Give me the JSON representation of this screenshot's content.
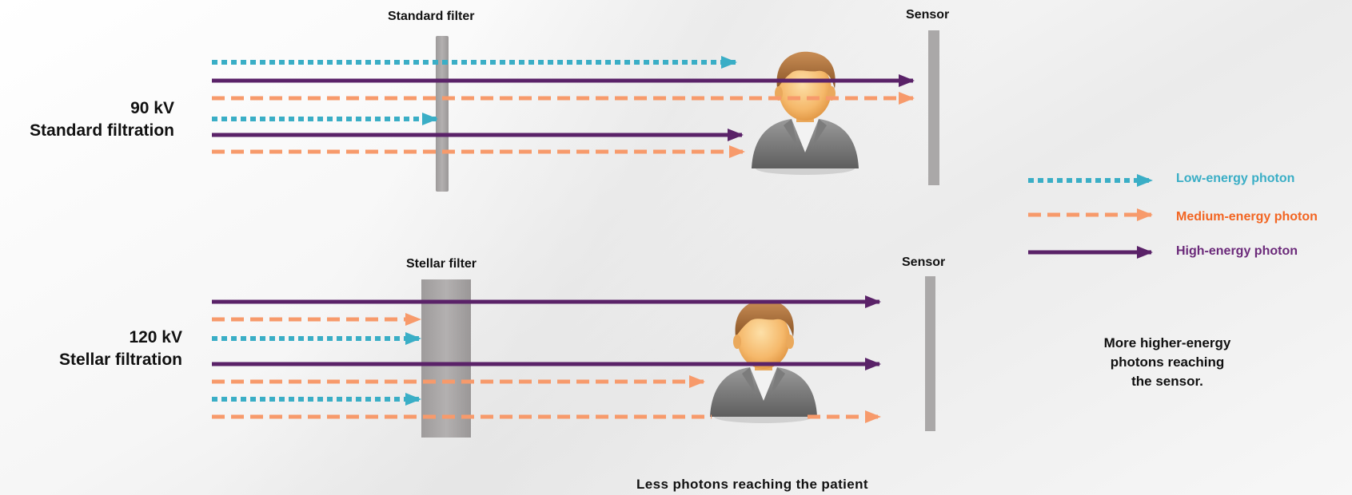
{
  "panel_top": {
    "kv_label": "90 kV",
    "filtration_label": "Standard filtration",
    "filter_label": "Standard filter",
    "sensor_label": "Sensor"
  },
  "panel_bottom": {
    "kv_label": "120 kV",
    "filtration_label": "Stellar filtration",
    "filter_label": "Stellar filter",
    "sensor_label": "Sensor"
  },
  "legend": {
    "low": "Low-energy photon",
    "medium": "Medium-energy photon",
    "high": "High-energy photon"
  },
  "note_lines": [
    "More higher-energy",
    "photons reaching",
    "the sensor."
  ],
  "footer": "Less photons reaching the patient",
  "colors": {
    "low": "#3aaec6",
    "medium": "#f79a6b",
    "high": "#5a2268",
    "medium_text": "#f26522",
    "high_text": "#6b2a7a",
    "filter": "#a9a6a6",
    "sensor": "#aaa8a8"
  },
  "icons": [
    "patient-icon",
    "patient-icon"
  ]
}
